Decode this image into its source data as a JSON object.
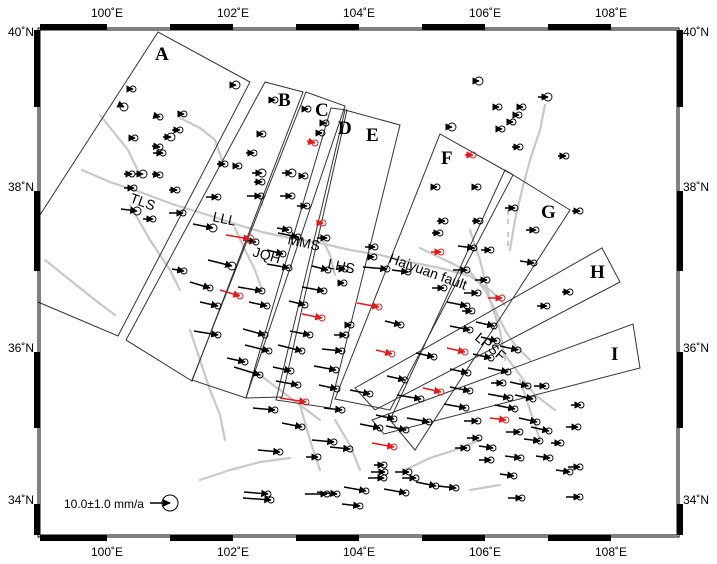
{
  "map": {
    "lon_ticks": [
      "100˚E",
      "102˚E",
      "104˚E",
      "106˚E",
      "108˚E"
    ],
    "lat_ticks": [
      "40˚N",
      "38˚N",
      "36˚N",
      "34˚N"
    ],
    "zones": [
      "A",
      "B",
      "C",
      "D",
      "E",
      "F",
      "G",
      "H",
      "I"
    ],
    "fault_labels": [
      "TLS",
      "LLL",
      "JQH",
      "MMS",
      "LHS",
      "Haiyuan fault",
      "LPSF"
    ],
    "scale_label": "10.0±1.0 mm/a",
    "colors": {
      "vector_default": "#000000",
      "vector_highlight": "#e31a1c",
      "fault": "#c8c8c8",
      "frame": "#000000"
    }
  }
}
